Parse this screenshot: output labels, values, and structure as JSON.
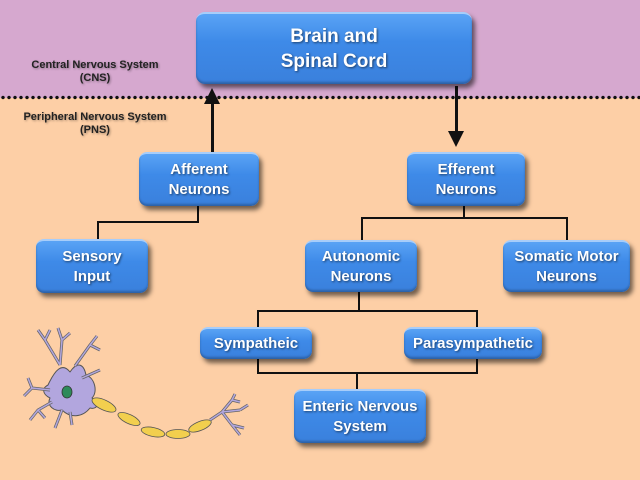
{
  "regions": {
    "cns_label": "Central Nervous System\n(CNS)",
    "pns_label": "Peripheral Nervous System\n(PNS)",
    "cns_color": "#d6a8cf",
    "pns_color": "#fdcfa6"
  },
  "nodes": {
    "brain": "Brain and\nSpinal Cord",
    "afferent": "Afferent\nNeurons",
    "efferent": "Efferent\nNeurons",
    "sensory": "Sensory\nInput",
    "autonomic": "Autonomic\nNeurons",
    "somatic": "Somatic Motor\nNeurons",
    "sympathetic": "Sympatheic",
    "parasympathetic": "Parasympathetic",
    "enteric": "Enteric Nervous\nSystem"
  },
  "edges": [
    {
      "from": "afferent",
      "to": "brain",
      "arrow": true
    },
    {
      "from": "brain",
      "to": "efferent",
      "arrow": true
    },
    {
      "from": "afferent",
      "to": "sensory",
      "arrow": false
    },
    {
      "from": "efferent",
      "to": "autonomic",
      "arrow": false
    },
    {
      "from": "efferent",
      "to": "somatic",
      "arrow": false
    },
    {
      "from": "autonomic",
      "to": "sympathetic",
      "arrow": false
    },
    {
      "from": "autonomic",
      "to": "parasympathetic",
      "arrow": false
    },
    {
      "from": "sympathetic",
      "to": "enteric",
      "arrow": false
    },
    {
      "from": "parasympathetic",
      "to": "enteric",
      "arrow": false
    }
  ],
  "box_color": "#3e8ae8",
  "illustration": "neuron-illustration"
}
